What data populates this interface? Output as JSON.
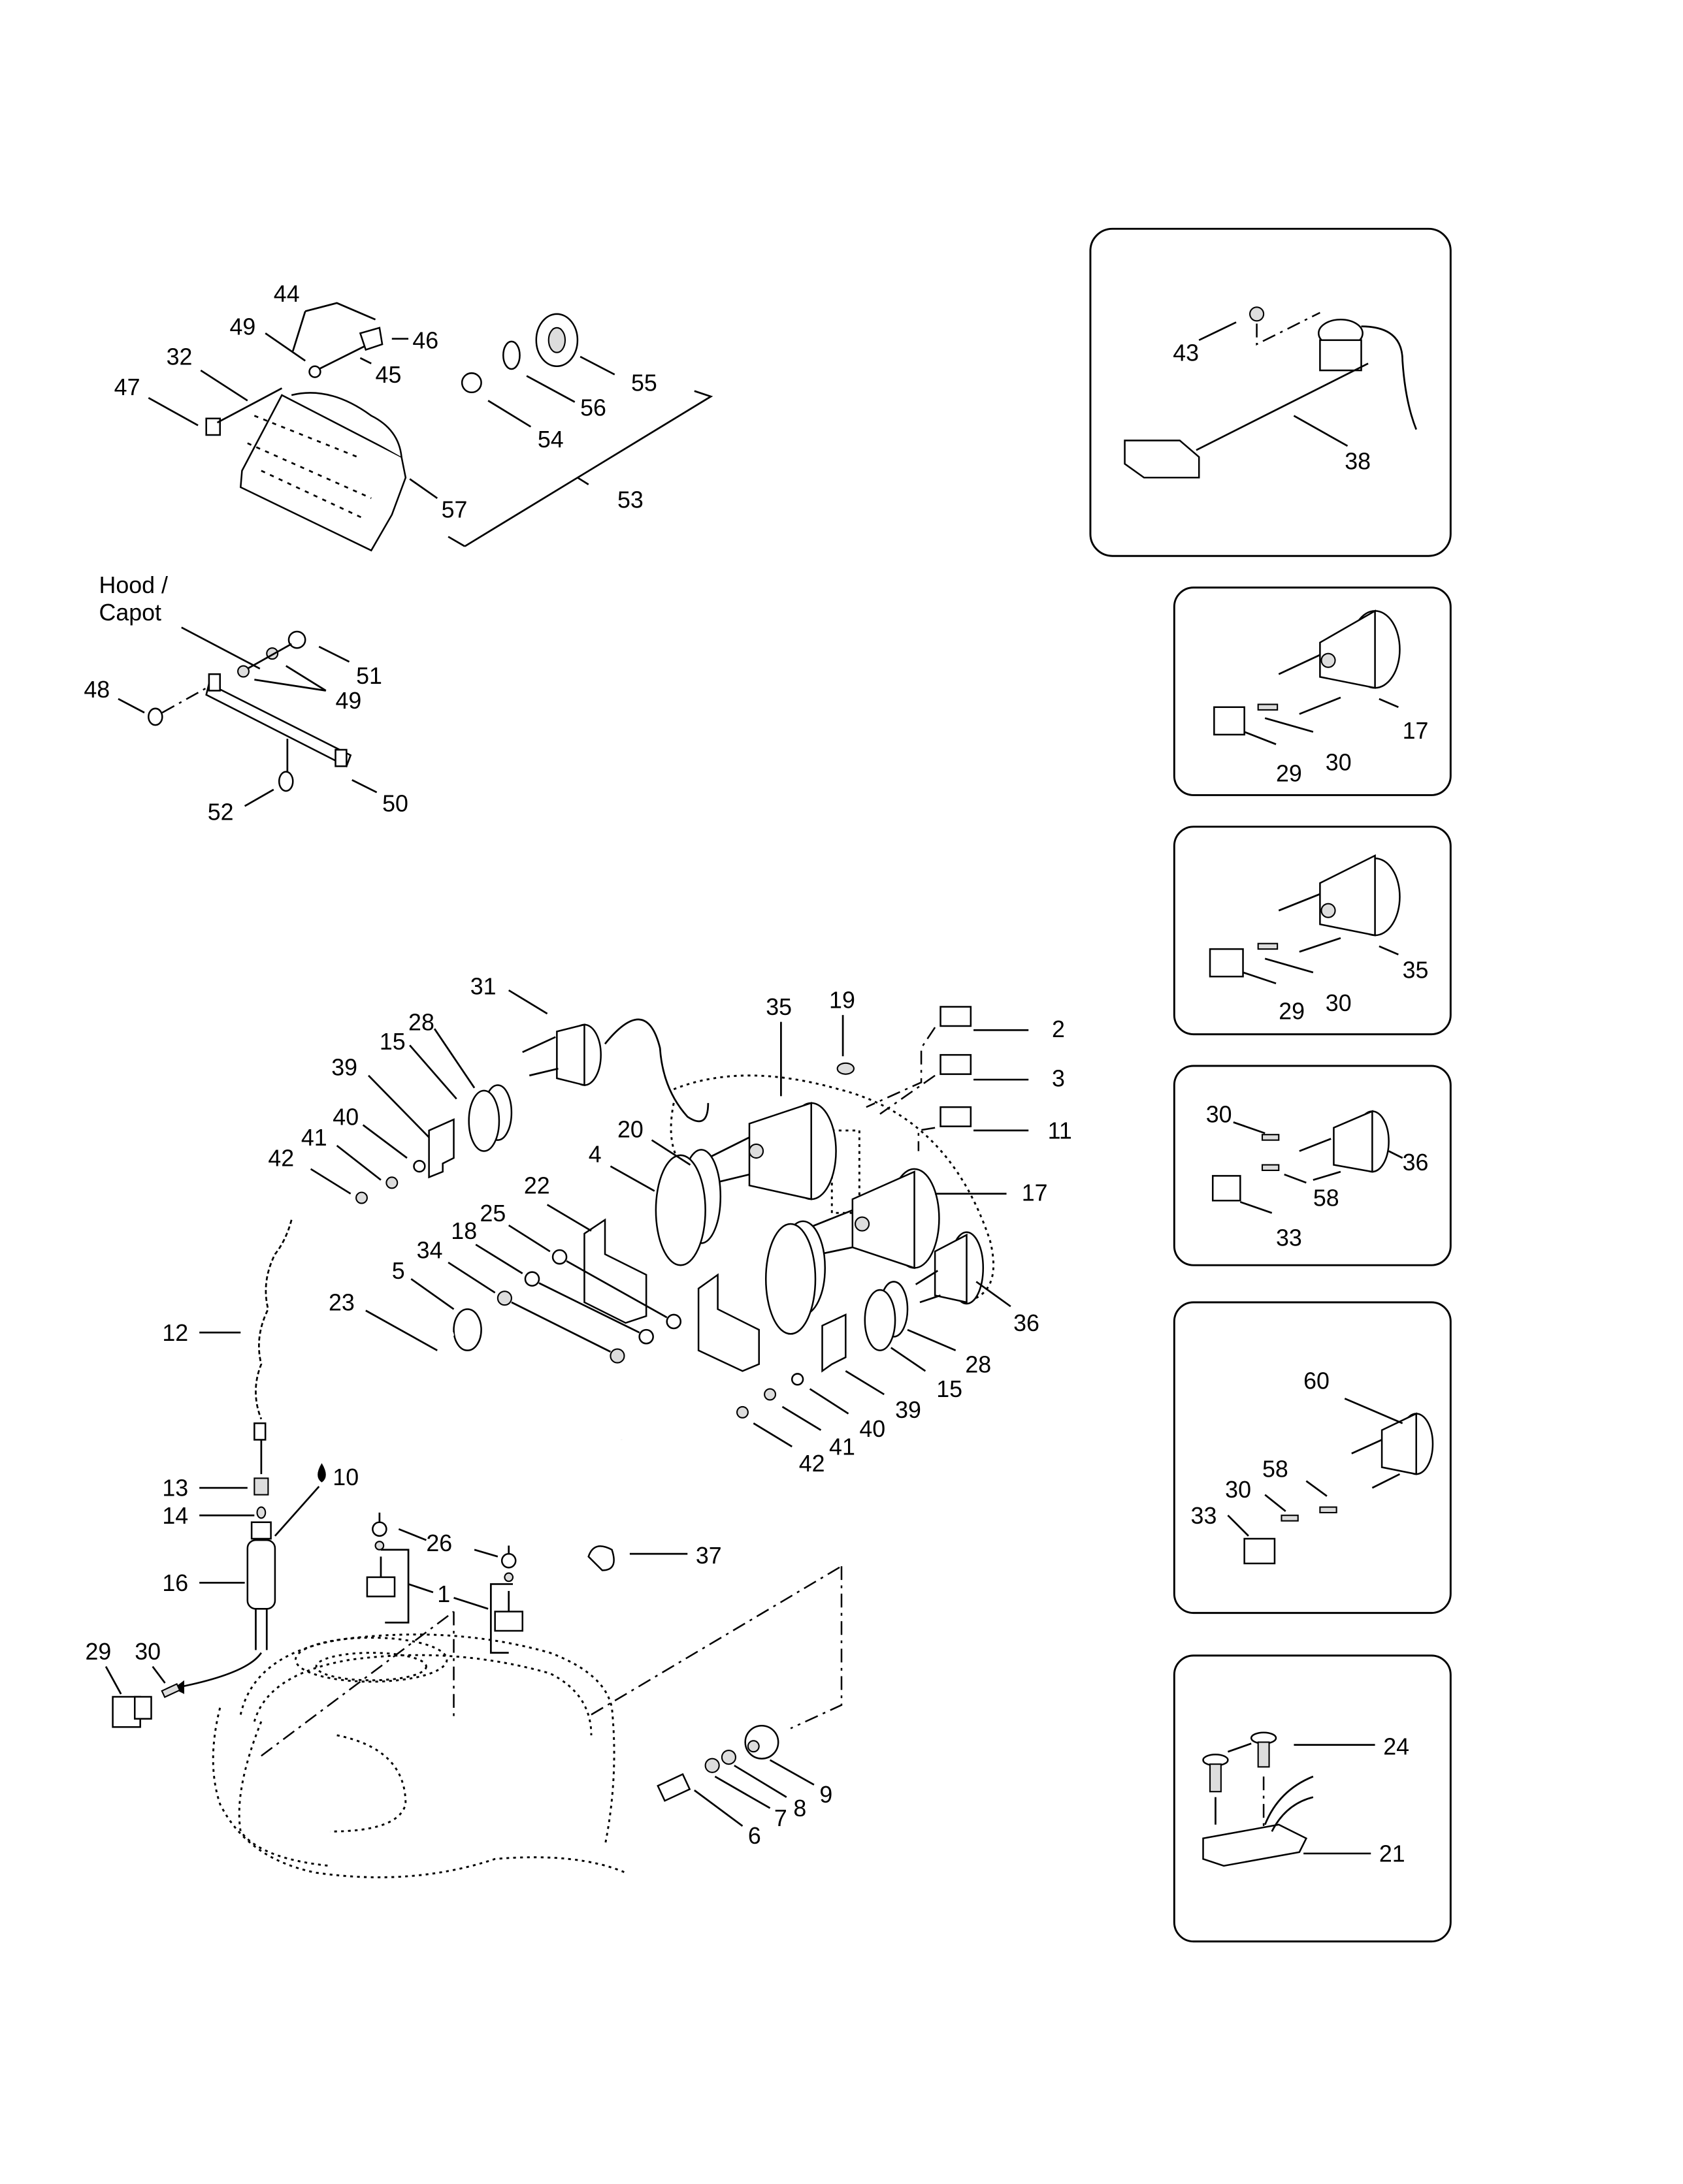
{
  "diagram": {
    "type": "exploded-parts-diagram",
    "main_labels": {
      "hood_capot": [
        "Hood /",
        "Capot"
      ],
      "headlight_group": [
        "44",
        "49",
        "46",
        "32",
        "45",
        "47",
        "55",
        "56",
        "54",
        "57",
        "53"
      ],
      "hood_bracket_group": [
        "51",
        "49",
        "48",
        "52",
        "50"
      ],
      "gauge_group": [
        "31",
        "28",
        "15",
        "39",
        "40",
        "41",
        "42",
        "35",
        "19",
        "2",
        "3",
        "11",
        "20",
        "4",
        "22",
        "17",
        "25",
        "18",
        "34",
        "5",
        "23",
        "36",
        "28",
        "15",
        "39",
        "40",
        "41",
        "42"
      ],
      "lower_group": [
        "12",
        "13",
        "10",
        "14",
        "16",
        "26",
        "1",
        "37",
        "29",
        "30",
        "6",
        "7",
        "8",
        "9"
      ]
    },
    "callouts": {
      "c44": "44",
      "c49a": "49",
      "c46": "46",
      "c32": "32",
      "c45": "45",
      "c47": "47",
      "c55": "55",
      "c56": "56",
      "c54": "54",
      "c57": "57",
      "c53": "53",
      "hood1": "Hood /",
      "hood2": "Capot",
      "c51": "51",
      "c49b": "49",
      "c48": "48",
      "c52": "52",
      "c50": "50",
      "c31": "31",
      "c28a": "28",
      "c15a": "15",
      "c39a": "39",
      "c40a": "40",
      "c41a": "41",
      "c42a": "42",
      "c35": "35",
      "c19": "19",
      "c2": "2",
      "c3": "3",
      "c11": "11",
      "c20": "20",
      "c4": "4",
      "c22": "22",
      "c17": "17",
      "c25": "25",
      "c18": "18",
      "c34": "34",
      "c5": "5",
      "c23": "23",
      "c36": "36",
      "c28b": "28",
      "c15b": "15",
      "c39b": "39",
      "c40b": "40",
      "c41b": "41",
      "c42b": "42",
      "c12": "12",
      "c13": "13",
      "c10": "10",
      "c14": "14",
      "c16": "16",
      "c26": "26",
      "c1": "1",
      "c37": "37",
      "c29": "29",
      "c30": "30",
      "c6": "6",
      "c7": "7",
      "c8": "8",
      "c9": "9"
    },
    "insets": [
      {
        "name": "fuel-sender-inset",
        "labels": [
          "43",
          "38"
        ]
      },
      {
        "name": "gauge-17-inset",
        "labels": [
          "17",
          "29",
          "30"
        ]
      },
      {
        "name": "gauge-35-inset",
        "labels": [
          "35",
          "29",
          "30"
        ]
      },
      {
        "name": "gauge-36-inset",
        "labels": [
          "30",
          "36",
          "58",
          "33"
        ]
      },
      {
        "name": "gauge-60-inset",
        "labels": [
          "60",
          "58",
          "30",
          "33"
        ]
      },
      {
        "name": "regulator-inset",
        "labels": [
          "24",
          "21"
        ]
      }
    ],
    "inset_labels": {
      "i1_43": "43",
      "i1_38": "38",
      "i2_17": "17",
      "i2_29": "29",
      "i2_30": "30",
      "i3_35": "35",
      "i3_29": "29",
      "i3_30": "30",
      "i4_30": "30",
      "i4_36": "36",
      "i4_58": "58",
      "i4_33": "33",
      "i5_60": "60",
      "i5_58": "58",
      "i5_30": "30",
      "i5_33": "33",
      "i6_24": "24",
      "i6_21": "21"
    }
  }
}
